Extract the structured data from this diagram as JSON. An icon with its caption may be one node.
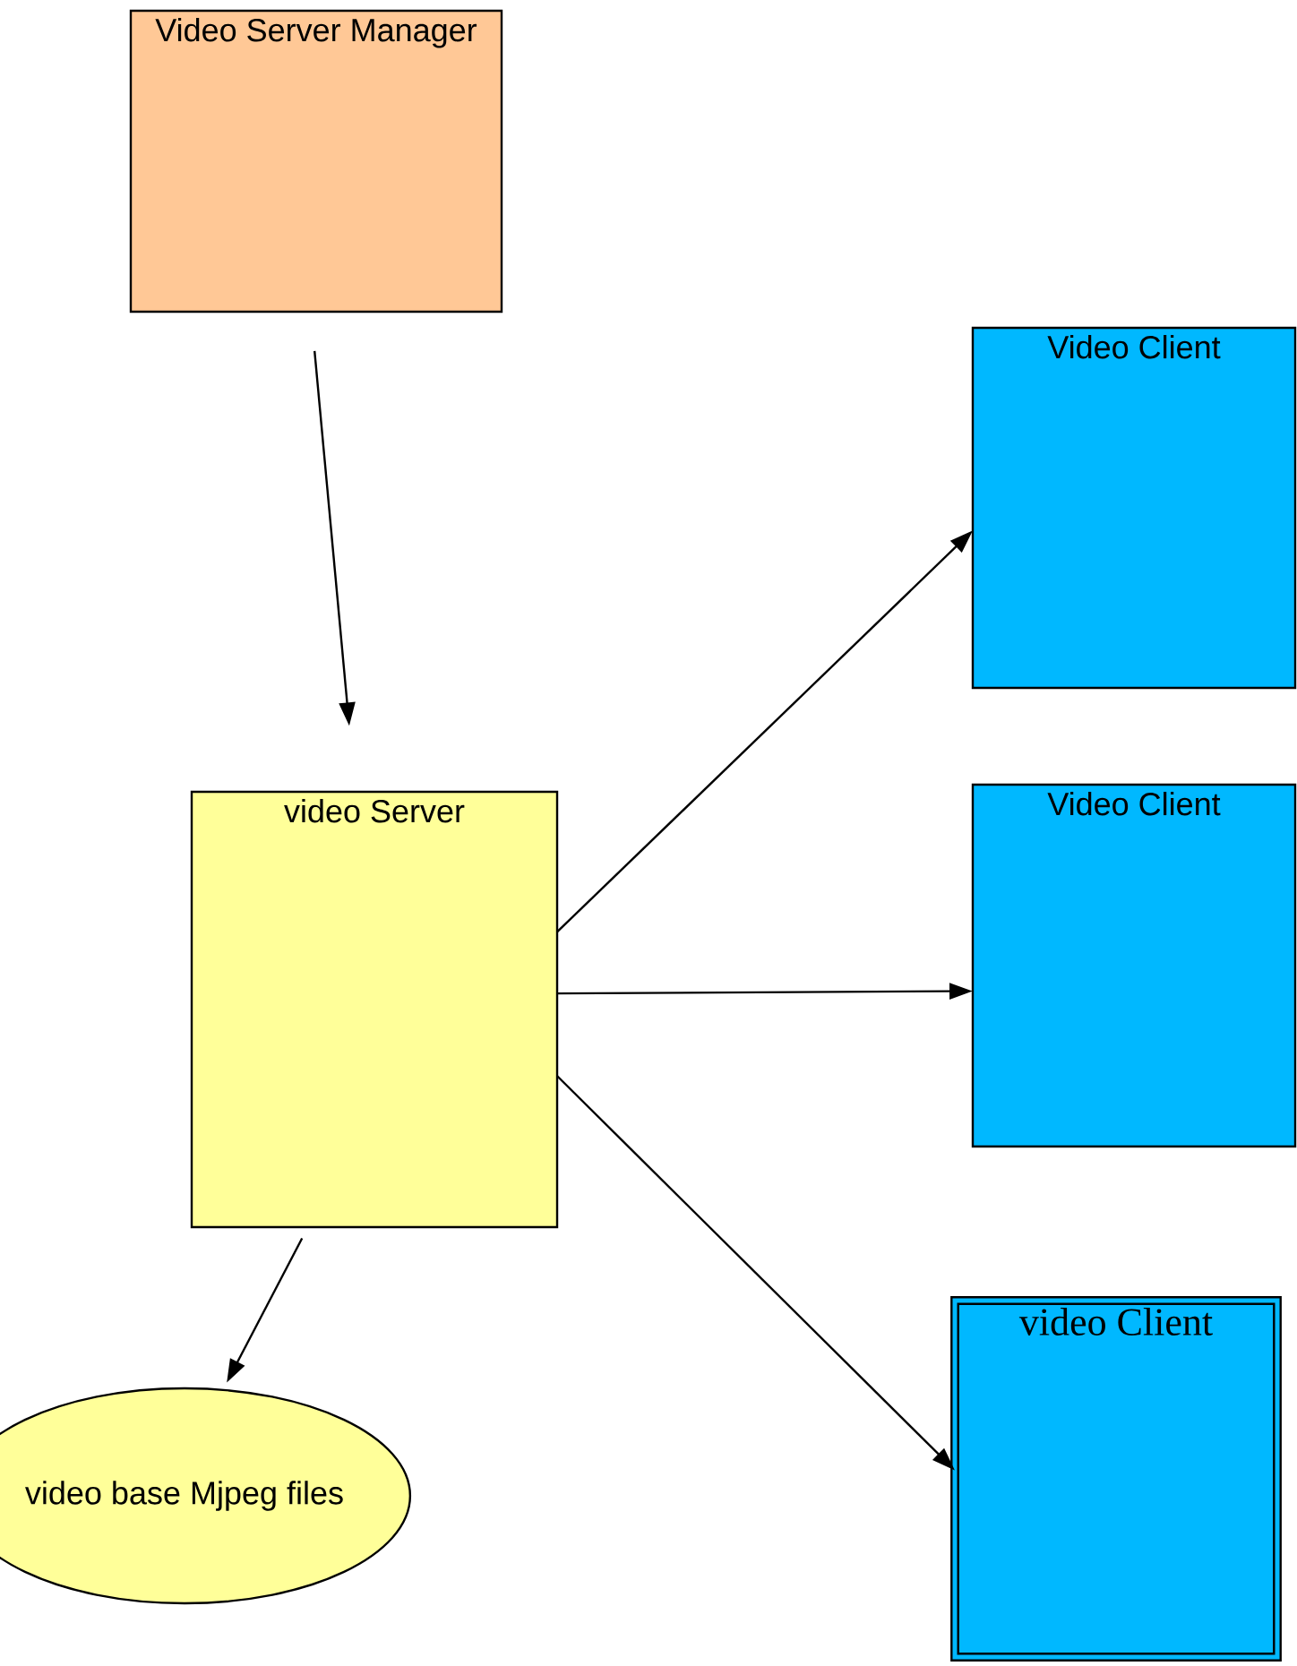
{
  "diagram": {
    "nodes": [
      {
        "text": [
          "Video Server Manager"
        ]
      },
      {
        "text": [
          "video Server"
        ]
      },
      {
        "text": [
          "Video Client"
        ]
      },
      {
        "text": [
          "Video Client"
        ]
      },
      {
        "text": [
          "video Client"
        ]
      },
      {
        "text": [
          "video base Mjpeg files"
        ]
      }
    ],
    "edges": [
      {
        "from": 0,
        "to": 1,
        "arrow": "to"
      },
      {
        "from": 1,
        "to": 2,
        "arrow": "to"
      },
      {
        "from": 1,
        "to": 3,
        "arrow": "to"
      },
      {
        "from": 1,
        "to": 4,
        "arrow": "to"
      },
      {
        "from": 1,
        "to": 5,
        "arrow": "to"
      }
    ]
  }
}
